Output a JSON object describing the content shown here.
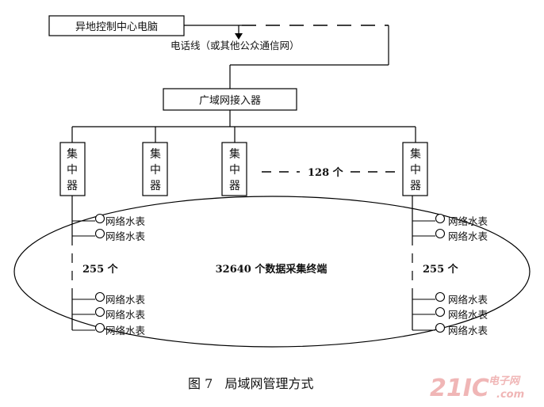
{
  "diagram": {
    "remote_pc": "异地控制中心电脑",
    "phone_line": "电话线（或其他公众通信网）",
    "wan_access": "广域网接入器",
    "concentrator_chars": [
      "集",
      "中",
      "器"
    ],
    "concentrator_count": "128 个",
    "meter_label": "网络水表",
    "meters_per_concentrator": "255 个",
    "terminal_total": "32640 个数据采集终端",
    "caption": "图 7   局域网管理方式"
  },
  "watermark": {
    "main": "21IC",
    "sub": "电子网",
    "domain": ".com"
  }
}
